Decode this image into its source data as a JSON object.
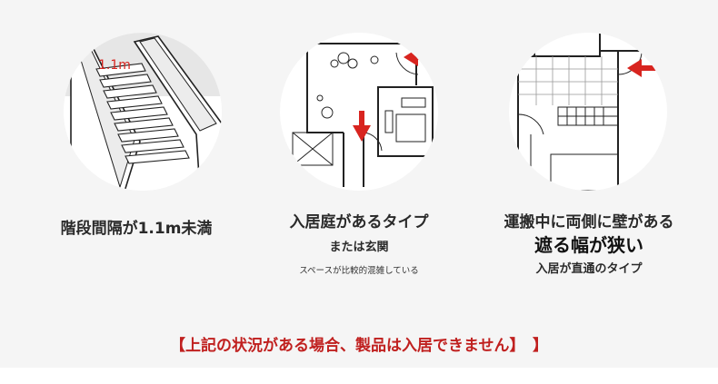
{
  "stairs": {
    "dimension_label": "1.1m",
    "caption": "階段間隔が1.1m未満"
  },
  "garden": {
    "caption_main": "入居庭があるタイプ",
    "caption_sub": "または玄関",
    "caption_note": "スペースが比較的混雑している"
  },
  "corridor": {
    "caption_line1": "運搬中に両側に壁がある",
    "caption_line2": "遮る幅が狭い",
    "caption_line3": "入居が直通のタイプ"
  },
  "notice": "【上記の状況がある場合、製品は入居できません】　】",
  "colors": {
    "accent_red": "#d8241f",
    "notice_red": "#c0201f",
    "panel_bg": "#f5f5f5"
  }
}
